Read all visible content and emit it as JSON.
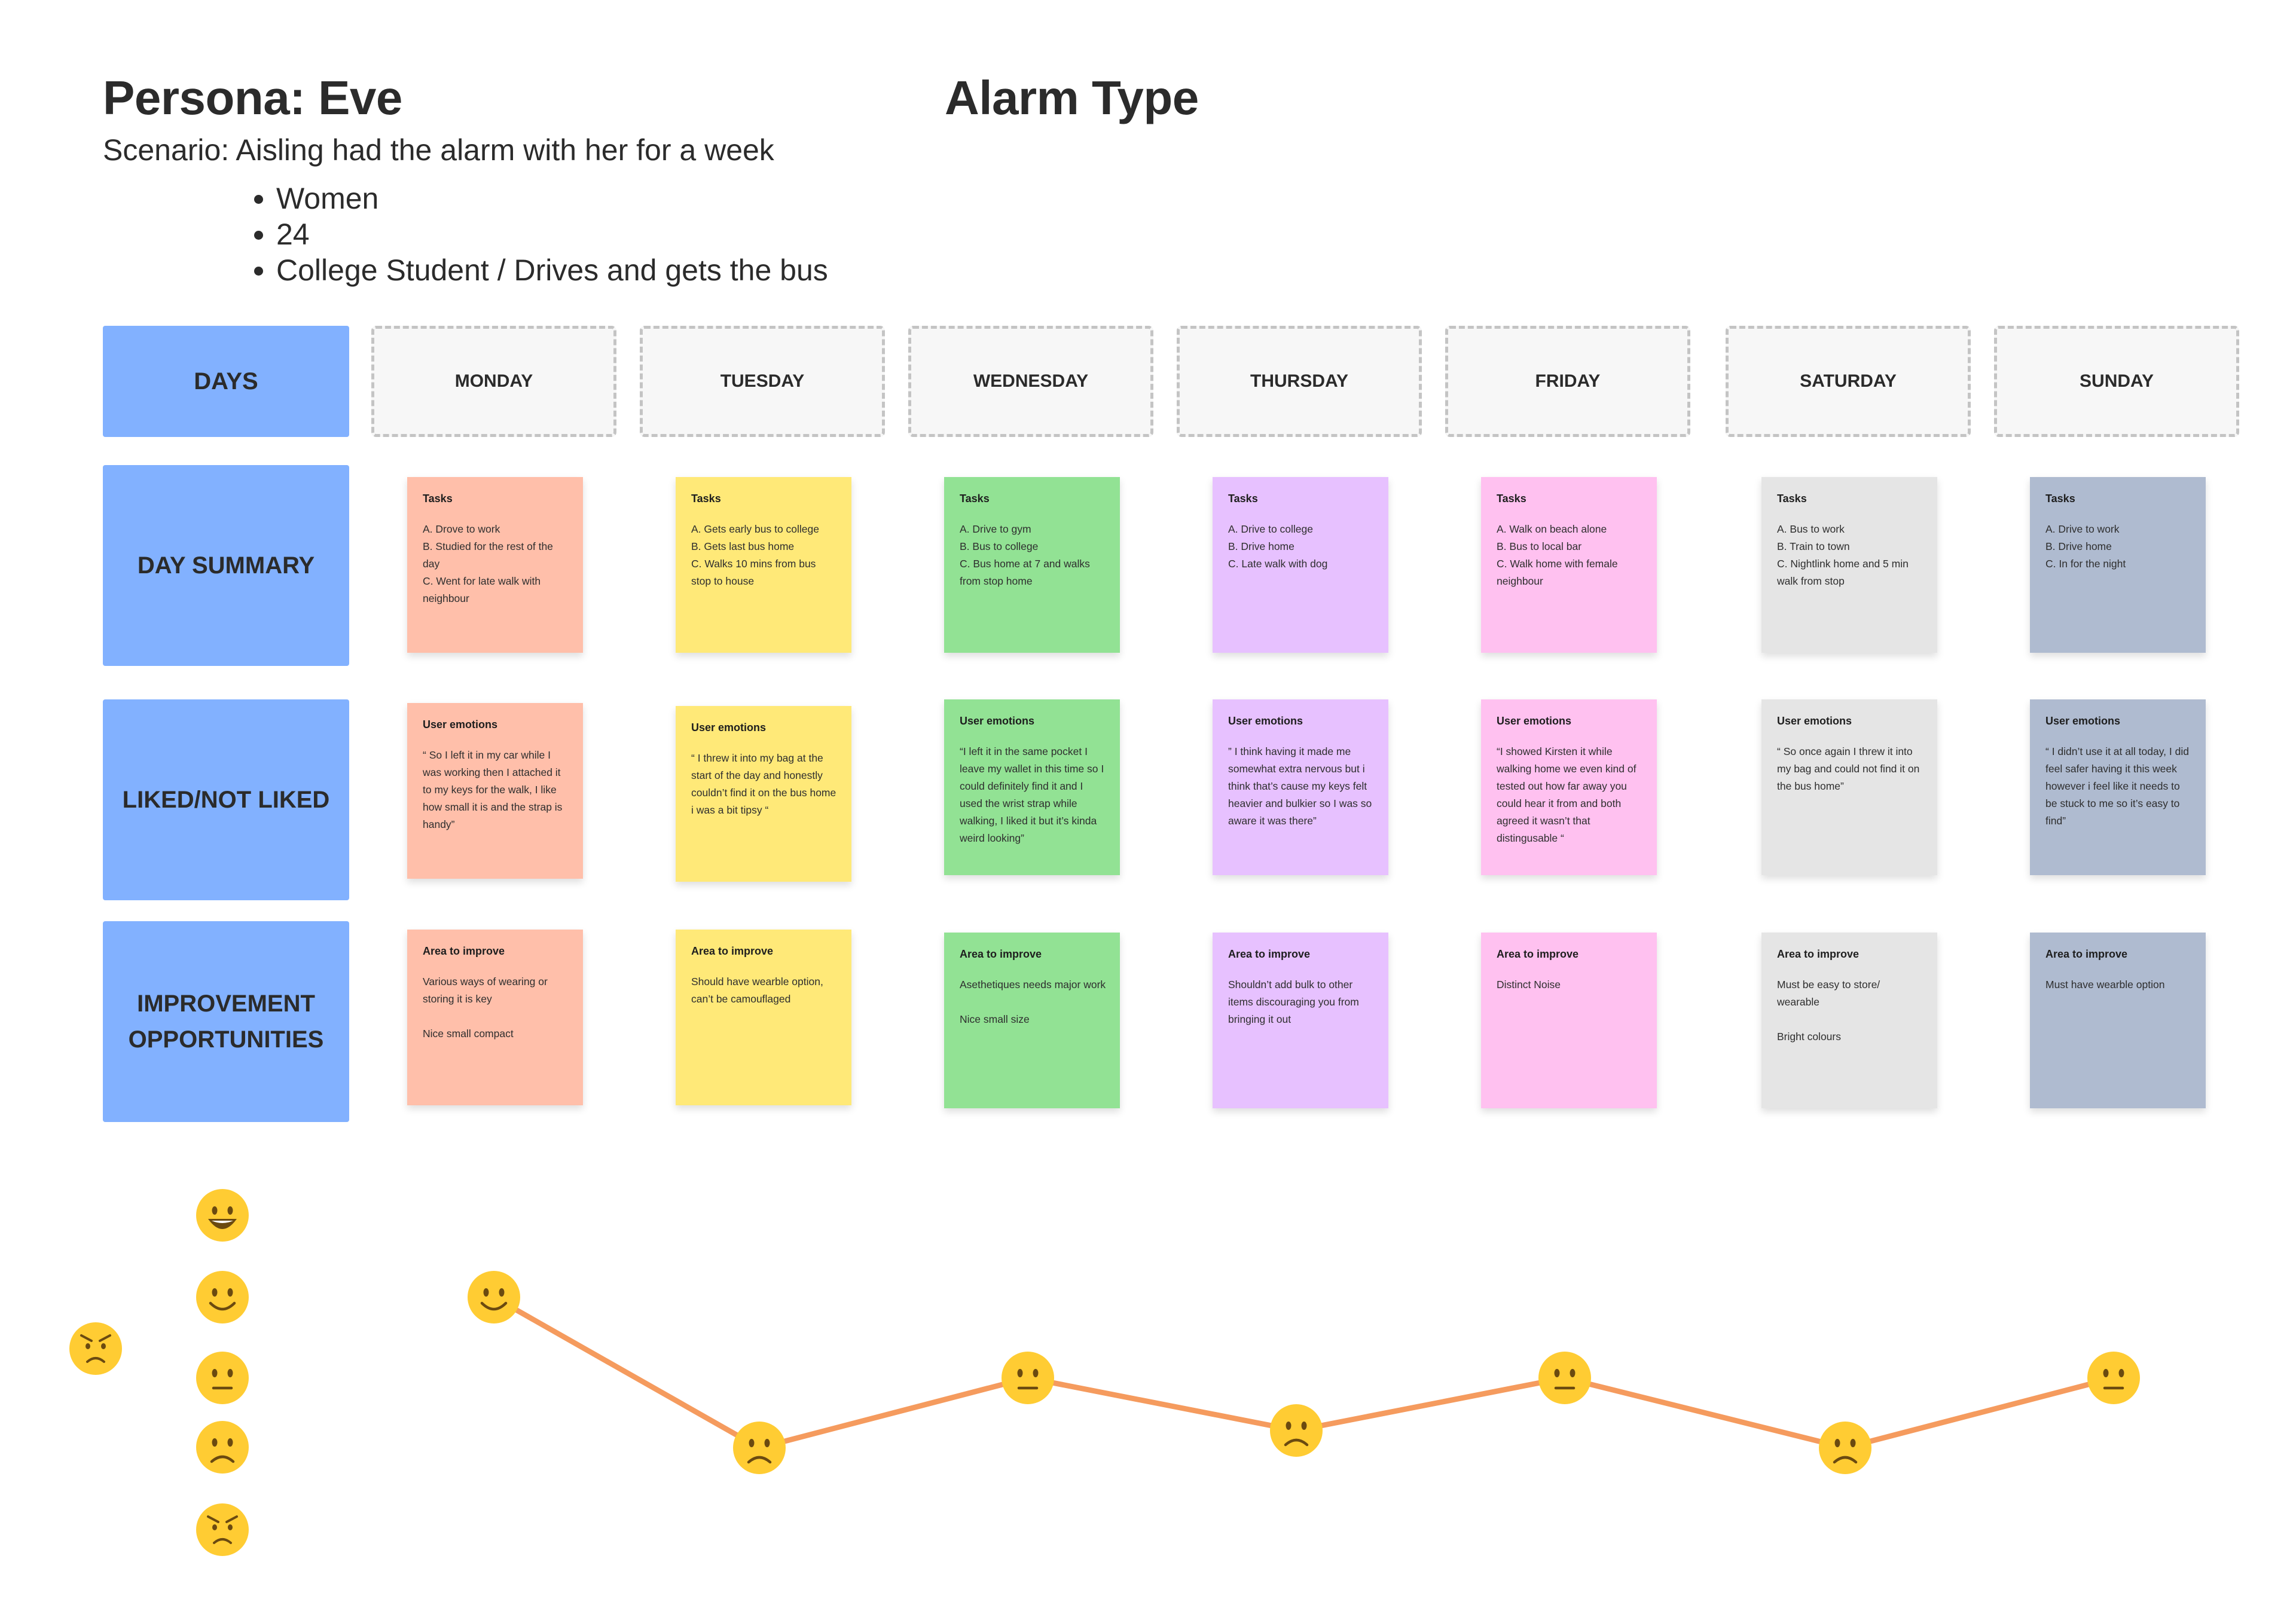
{
  "persona_title": "Persona:  Eve",
  "alarm_title": "Alarm Type",
  "scenario": "Scenario:  Aisling had the alarm with her for a week",
  "bullets": [
    "Women",
    "24",
    "College Student / Drives  and gets the bus"
  ],
  "row_labels": {
    "days": "DAYS",
    "day_summary": "DAY SUMMARY",
    "liked": "LIKED/NOT LIKED",
    "improvement_line1": "IMPROVEMENT",
    "improvement_line2": "OPPORTUNITIES"
  },
  "days": [
    "MONDAY",
    "TUESDAY",
    "WEDNESDAY",
    "THURSDAY",
    "FRIDAY",
    "SATURDAY",
    "SUNDAY"
  ],
  "colors": {
    "row_label": "#82b1ff",
    "monday": "#ffbfaa",
    "tuesday": "#ffe978",
    "wednesday": "#92e294",
    "thursday": "#e7c1ff",
    "friday": "#ffc1f0",
    "saturday": "#e5e5e5",
    "sunday": "#afbbd0",
    "line": "#f59b5e",
    "emoji": "#ffcc33"
  },
  "notes": {
    "tasks": [
      {
        "heading": "Tasks",
        "body": "A. Drove to work\nB. Studied for the rest of the day\nC.  Went for late walk with neighbour"
      },
      {
        "heading": "Tasks",
        "body": "A. Gets early bus to college\nB. Gets last bus home\nC. Walks 10 mins from bus stop to house"
      },
      {
        "heading": "Tasks",
        "body": "A. Drive to gym\nB. Bus to college\nC. Bus home at 7 and walks from stop home"
      },
      {
        "heading": "Tasks",
        "body": "A. Drive to college\nB. Drive home\nC. Late walk with dog"
      },
      {
        "heading": "Tasks",
        "body": "A. Walk on beach alone\nB. Bus to local bar\nC. Walk home with female neighbour"
      },
      {
        "heading": "Tasks",
        "body": "A. Bus to work\nB.  Train to town\nC. Nightlink home and 5 min walk from stop"
      },
      {
        "heading": "Tasks",
        "body": "A. Drive to work\nB. Drive home\nC. In for the night"
      }
    ],
    "emotions": [
      {
        "heading": "User emotions",
        "body": "“ So I left it in my car while I was working then I attached it to my keys for the walk, I like how small it is and the strap is handy”"
      },
      {
        "heading": "User emotions",
        "body": "“ I threw it into my bag at the start of the day and honestly couldn’t find it on the bus home i was a bit tipsy “"
      },
      {
        "heading": "User emotions",
        "body": "“I left it in the same pocket I leave my wallet in this time so I could definitely find it and I used the wrist strap while walking, I liked it but it’s kinda weird looking”"
      },
      {
        "heading": "User emotions",
        "body": "” I think having it made me somewhat extra nervous but i think that’s cause my keys felt heavier and bulkier so I was so aware it was there”"
      },
      {
        "heading": "User emotions",
        "body": "“I showed Kirsten it while walking home we even kind of tested out how far away you could hear it from and both agreed it wasn’t that distingusable “"
      },
      {
        "heading": "User emotions",
        "body": "“ So once again I threw it into my bag and could not find it on the bus home”"
      },
      {
        "heading": "User emotions",
        "body": "“ I didn’t use it at all today, I did feel safer having it this week however i feel like it needs to be stuck to me so it’s easy to find”"
      }
    ],
    "improve": [
      {
        "heading": "Area to improve",
        "body": "Various ways of wearing or storing it is key\n\nNice small compact"
      },
      {
        "heading": "Area to improve",
        "body": "Should have wearble option, can’t be camouflaged"
      },
      {
        "heading": "Area to improve",
        "body": "Asethetiques needs major work\n\nNice small size"
      },
      {
        "heading": "Area to improve",
        "body": "Shouldn’t add bulk to other items discouraging you from bringing it out"
      },
      {
        "heading": "Area to improve",
        "body": "Distinct Noise"
      },
      {
        "heading": "Area to improve",
        "body": "Must be easy to store/ wearable\n\nBright colours"
      },
      {
        "heading": "Area to improve",
        "body": "Must have wearble option"
      }
    ]
  },
  "emotion_scale": [
    "very-happy",
    "happy",
    "neutral",
    "sad",
    "angry"
  ],
  "journey": {
    "days": [
      "Monday",
      "Tuesday",
      "Wednesday",
      "Thursday",
      "Friday",
      "Saturday",
      "Sunday"
    ],
    "moods": [
      "happy",
      "sad",
      "neutral",
      "sad",
      "neutral",
      "sad",
      "neutral"
    ]
  }
}
